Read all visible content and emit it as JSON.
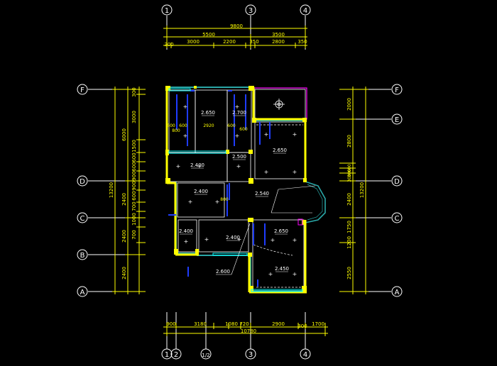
{
  "colors": {
    "background": "#000000",
    "dimension": "#ffff00",
    "wall": "#ffff00",
    "fill": "#2aa7a7",
    "window": "#00ffff",
    "accent": "#ff00ff",
    "label": "#ffffff",
    "blue": "#1f3cff"
  },
  "axes": {
    "top": [
      {
        "label": "1"
      },
      {
        "label": "3"
      },
      {
        "label": "4"
      }
    ],
    "bottom": [
      {
        "label": "1"
      },
      {
        "label": "2"
      },
      {
        "label": "1/2"
      },
      {
        "label": "3"
      },
      {
        "label": "4"
      }
    ],
    "left": [
      {
        "label": "F"
      },
      {
        "label": "D"
      },
      {
        "label": "C"
      },
      {
        "label": "B"
      },
      {
        "label": "A"
      }
    ],
    "right": [
      {
        "label": "F"
      },
      {
        "label": "E"
      },
      {
        "label": "D"
      },
      {
        "label": "C"
      },
      {
        "label": "A"
      }
    ]
  },
  "dims": {
    "top_total": "9800",
    "top_mid_left": "5500",
    "top_mid_right": "3500",
    "top_row": [
      "300",
      "3000",
      "2200",
      "350",
      "2800",
      "350"
    ],
    "bottom_row": [
      "900",
      "3180",
      "1080",
      "720",
      "2900",
      "300",
      "1700"
    ],
    "bottom_total": "10780",
    "left_total": "13200",
    "left_mid": [
      "6000",
      "2400",
      "2400",
      "2400"
    ],
    "left_inner": [
      "300",
      "3000",
      "1500",
      "600",
      "600",
      "900",
      "900",
      "600",
      "700",
      "1000",
      "700"
    ],
    "right_total": "13200",
    "right_inner": [
      "2000",
      "2800",
      "2400",
      "1750",
      "1200",
      "2550"
    ],
    "right_small": [
      "600",
      "300",
      "300"
    ]
  },
  "ceiling_heights": [
    "2.650",
    "2.700",
    "2.650",
    "2.500",
    "2.400",
    "2.400",
    "2.540",
    "2.400",
    "2.400",
    "2.650",
    "2.450",
    "2.600"
  ],
  "inner_dims": {
    "top_band": [
      "600",
      "600",
      "2920",
      "600",
      "600"
    ],
    "small": [
      "800",
      "800"
    ]
  }
}
